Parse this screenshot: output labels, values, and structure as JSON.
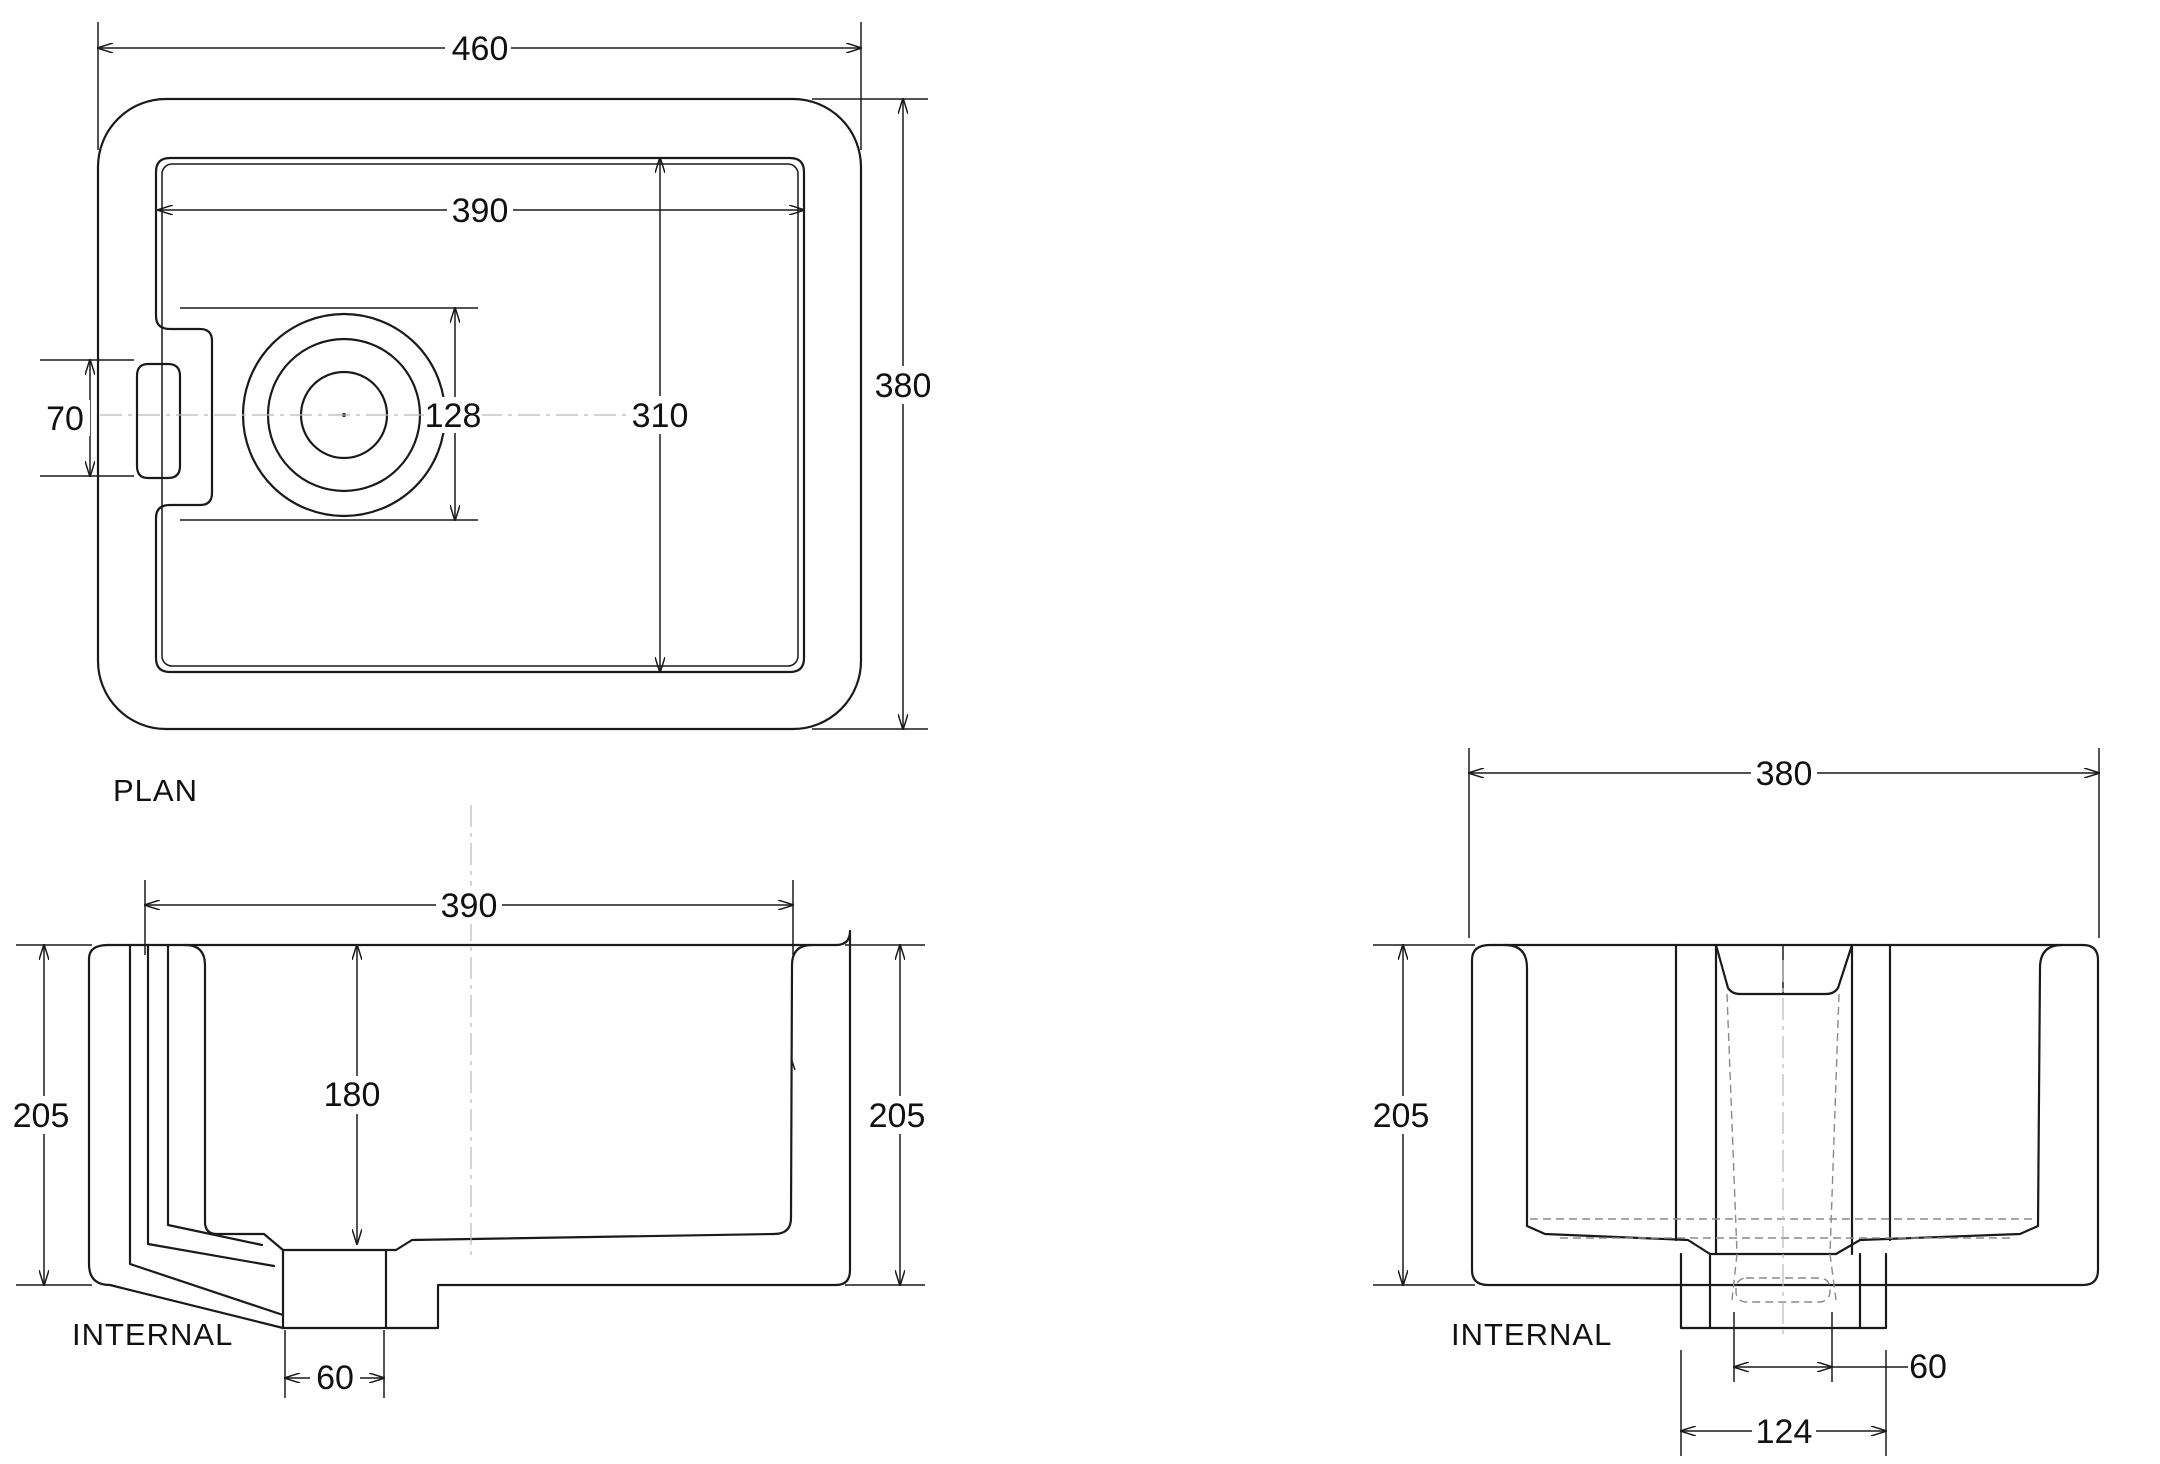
{
  "plan": {
    "label": "PLAN",
    "dims": {
      "overall_width": "460",
      "inner_width": "390",
      "overall_depth": "380",
      "inner_depth": "310",
      "waste_diameter": "128",
      "overflow_height": "70"
    }
  },
  "front": {
    "label": "INTERNAL",
    "dims": {
      "inner_width": "390",
      "inner_depth": "180",
      "height_left": "205",
      "height_right": "205",
      "outlet_width": "60"
    }
  },
  "side": {
    "label": "INTERNAL",
    "dims": {
      "overall_width": "380",
      "height": "205",
      "outlet_inner": "60",
      "outlet_outer": "124"
    }
  }
}
